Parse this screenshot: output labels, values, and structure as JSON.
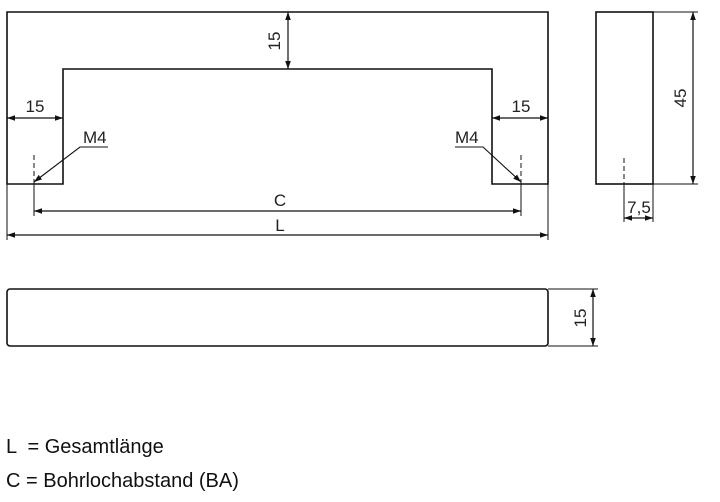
{
  "front_view": {
    "dim_top_thickness": "15",
    "dim_left_leg": "15",
    "dim_right_leg": "15",
    "thread_left": "M4",
    "thread_right": "M4",
    "dim_hole_spacing": "C",
    "dim_total_length": "L"
  },
  "side_view": {
    "dim_height": "45",
    "dim_hole_offset": "7,5"
  },
  "bottom_view": {
    "dim_thickness": "15"
  },
  "legend": {
    "l_label": "L  = Gesamtlänge",
    "c_label": "C = Bohrlochabstand (BA)"
  }
}
